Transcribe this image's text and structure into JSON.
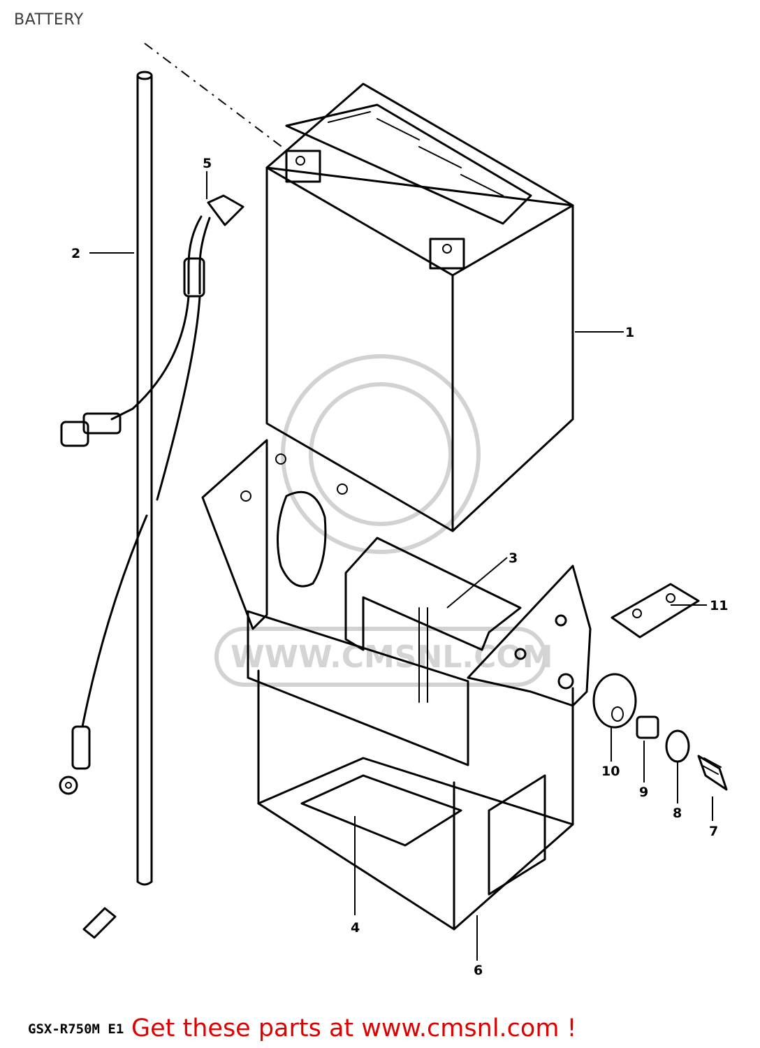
{
  "header": {
    "title": "BATTERY"
  },
  "watermark": {
    "text": "WWW.CMSNL.COM"
  },
  "callouts": [
    {
      "id": "1",
      "label": "1"
    },
    {
      "id": "2",
      "label": "2"
    },
    {
      "id": "3",
      "label": "3"
    },
    {
      "id": "4",
      "label": "4"
    },
    {
      "id": "5",
      "label": "5"
    },
    {
      "id": "6",
      "label": "6"
    },
    {
      "id": "7",
      "label": "7"
    },
    {
      "id": "8",
      "label": "8"
    },
    {
      "id": "9",
      "label": "9"
    },
    {
      "id": "10",
      "label": "10"
    },
    {
      "id": "11",
      "label": "11"
    }
  ],
  "footer": {
    "model_code": "GSX-R750M E1",
    "cta": "Get these parts at www.cmsnl.com !"
  },
  "colors": {
    "cta_text": "#e00000",
    "line_art": "#000000",
    "watermark": "#d2d2d2"
  }
}
